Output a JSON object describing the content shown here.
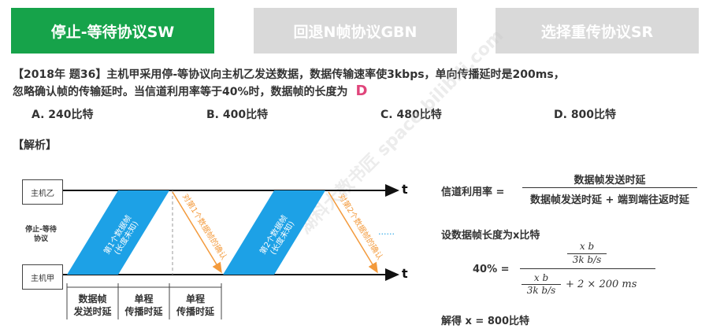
{
  "tabs": [
    {
      "label": "停止-等待协议SW",
      "active": true
    },
    {
      "label": "回退N帧协议GBN",
      "active": false
    },
    {
      "label": "选择重传协议SR",
      "active": false
    }
  ],
  "question": {
    "line1": "【2018年 题36】主机甲采用停-等协议向主机乙发送数据，数据传输速率使3kbps，单向传播延时是200ms，",
    "line2": "忽略确认帧的传输延时。当信道利用率等于40%时，数据帧的长度为",
    "answer": "D"
  },
  "options": [
    "A. 240比特",
    "B. 400比特",
    "C. 480比特",
    "D. 800比特"
  ],
  "analysis_title": "【解析】",
  "diagram": {
    "host_b": "主机乙",
    "host_a": "主机甲",
    "protocol_l1": "停止-等待",
    "protocol_l2": "协议",
    "t": "t",
    "frame1_l1": "第1个数据帧",
    "frame1_l2": "(长度未知)",
    "frame2_l1": "第2个数据帧",
    "frame2_l2": "(长度未知)",
    "ack1": "对第1个数据帧的确认",
    "ack2": "对第2个数据帧的确认",
    "dots": "......",
    "seg1_l1": "数据帧",
    "seg1_l2": "发送时延",
    "seg2_l1": "单程",
    "seg2_l2": "传播时延",
    "seg3_l1": "单程",
    "seg3_l2": "传播时延"
  },
  "formula": {
    "util_label": "信道利用率 =",
    "util_num": "数据帧发送时延",
    "util_den": "数据帧发送时延 + 端到端往返时延",
    "assume": "设数据帧长度为x比特",
    "pct": "40% =",
    "f_num_top": "x  b",
    "f_num_bot": "3k  b/s",
    "f_den_top": "x  b",
    "f_den_bot": "3k  b/s",
    "f_den_rest": "+ 2 × 200  ms",
    "solution": "解得 x = 800比特"
  },
  "colors": {
    "active_tab": "#16a34a",
    "inactive_tab": "#d9d9d9",
    "frame": "#1da1e6",
    "ack": "#f39a3c",
    "answer": "#e0457b"
  }
}
